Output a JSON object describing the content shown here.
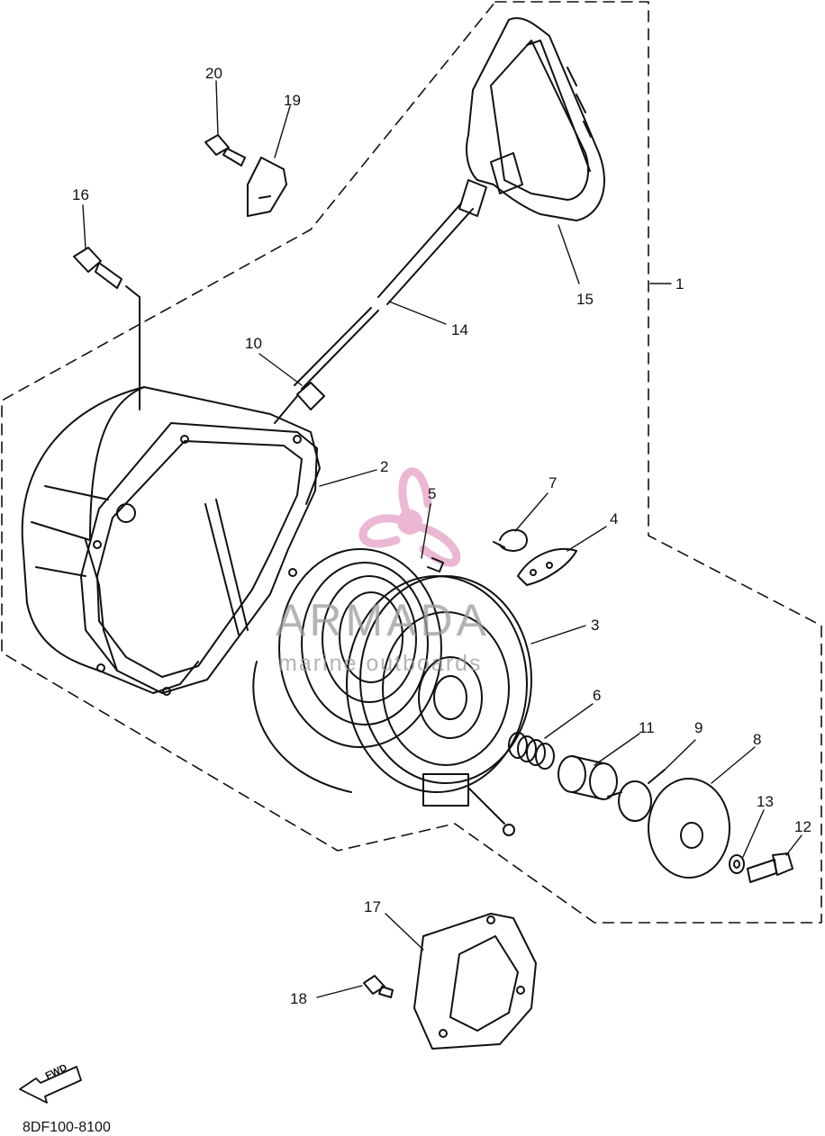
{
  "diagram": {
    "callouts": [
      "1",
      "2",
      "3",
      "4",
      "5",
      "6",
      "7",
      "8",
      "9",
      "10",
      "11",
      "12",
      "13",
      "14",
      "15",
      "16",
      "17",
      "18",
      "19",
      "20"
    ],
    "drawing_code": "8DF100-8100",
    "fwd_label": "FWD",
    "watermark": {
      "title": "ARMADA",
      "subtitle": "marine outboards"
    },
    "colors": {
      "line": "#111111",
      "watermark_logo": "#e7a6c9",
      "watermark_text": "#9b9b9b"
    }
  }
}
